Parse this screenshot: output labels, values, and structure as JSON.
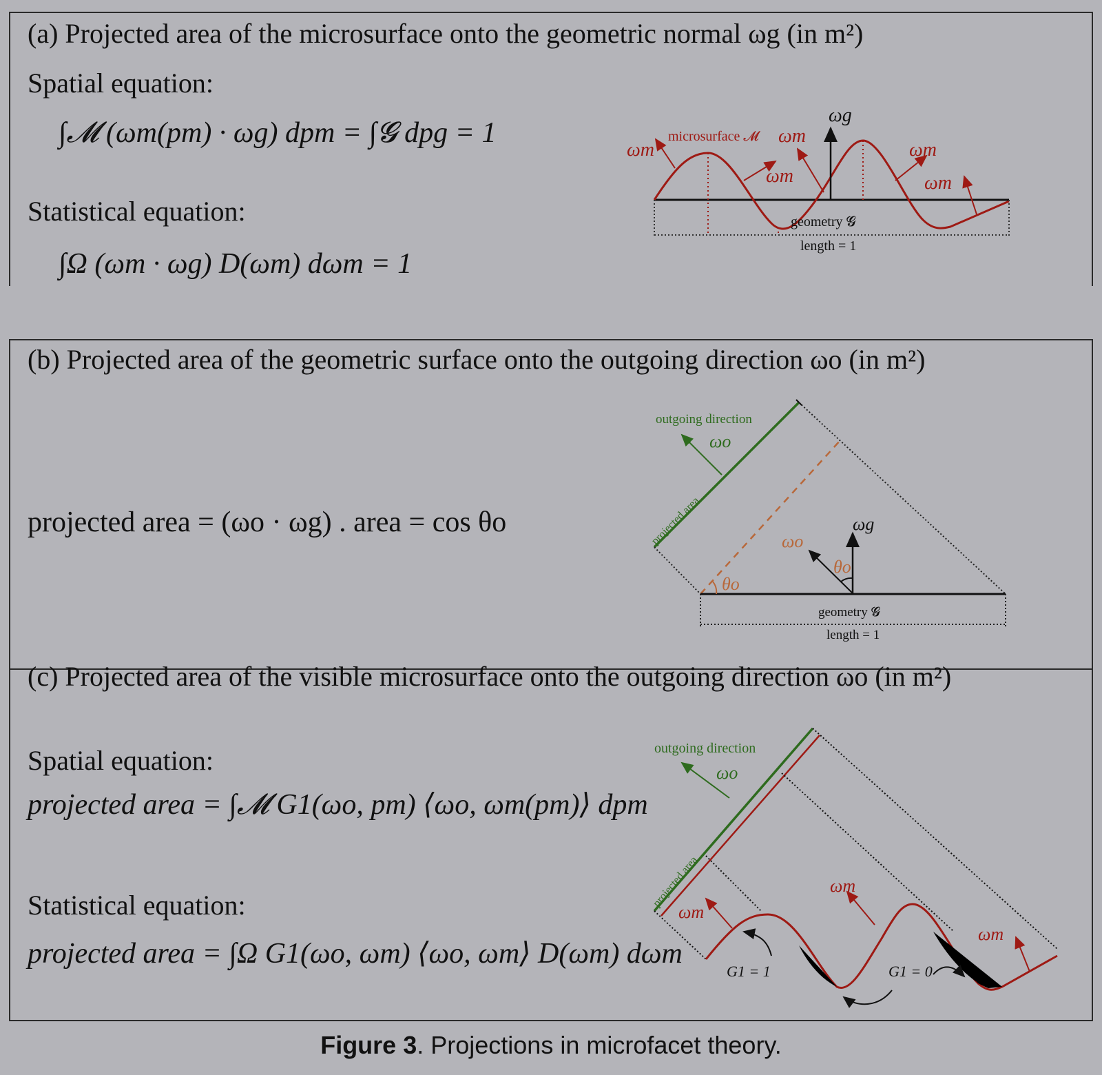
{
  "panel_a": {
    "heading": "(a) Projected area of the microsurface onto the geometric normal ωg (in m²)",
    "spatial_label": "Spatial equation:",
    "spatial_equation": "∫𝓜 (ωm(pm) · ωg) dpm = ∫𝓖 dpg = 1",
    "statistical_label": "Statistical equation:",
    "statistical_equation": "∫Ω (ωm · ωg) D(ωm) dωm = 1",
    "diagram": {
      "omega_g": "ωg",
      "omega_m": "ωm",
      "microsurface": "microsurface 𝓜",
      "geometry": "geometry 𝓖",
      "length": "length = 1"
    }
  },
  "panel_b": {
    "heading": "(b) Projected area of the geometric surface onto the outgoing direction ωo (in m²)",
    "equation": "projected area = (ωo · ωg) . area = cos θo",
    "diagram": {
      "outgoing_direction": "outgoing direction",
      "omega_o": "ωo",
      "omega_g": "ωg",
      "theta_o": "θo",
      "projected_area": "projected area",
      "geometry": "geometry 𝓖",
      "length": "length = 1"
    }
  },
  "panel_c": {
    "heading": "(c) Projected area of the visible microsurface onto the outgoing direction ωo (in m²)",
    "spatial_label": "Spatial equation:",
    "spatial_equation": "projected area = ∫𝓜 G1(ωo, pm) ⟨ωo, ωm(pm)⟩ dpm",
    "statistical_label": "Statistical equation:",
    "statistical_equation": "projected area = ∫Ω G1(ωo, ωm) ⟨ωo, ωm⟩ D(ωm) dωm",
    "diagram": {
      "outgoing_direction": "outgoing direction",
      "omega_o": "ωo",
      "omega_m": "ωm",
      "projected_area": "projected area",
      "g1_visible": "G1 = 1",
      "g1_hidden": "G1 = 0"
    }
  },
  "caption": {
    "figure_label": "Figure 3",
    "text": ". Projections in microfacet theory."
  },
  "colors": {
    "background": "#b4b4b9",
    "microsurface_red": "#9e1a14",
    "outgoing_green": "#2e6b1e",
    "dashed_orange": "#b8683a",
    "ink": "#111111"
  }
}
